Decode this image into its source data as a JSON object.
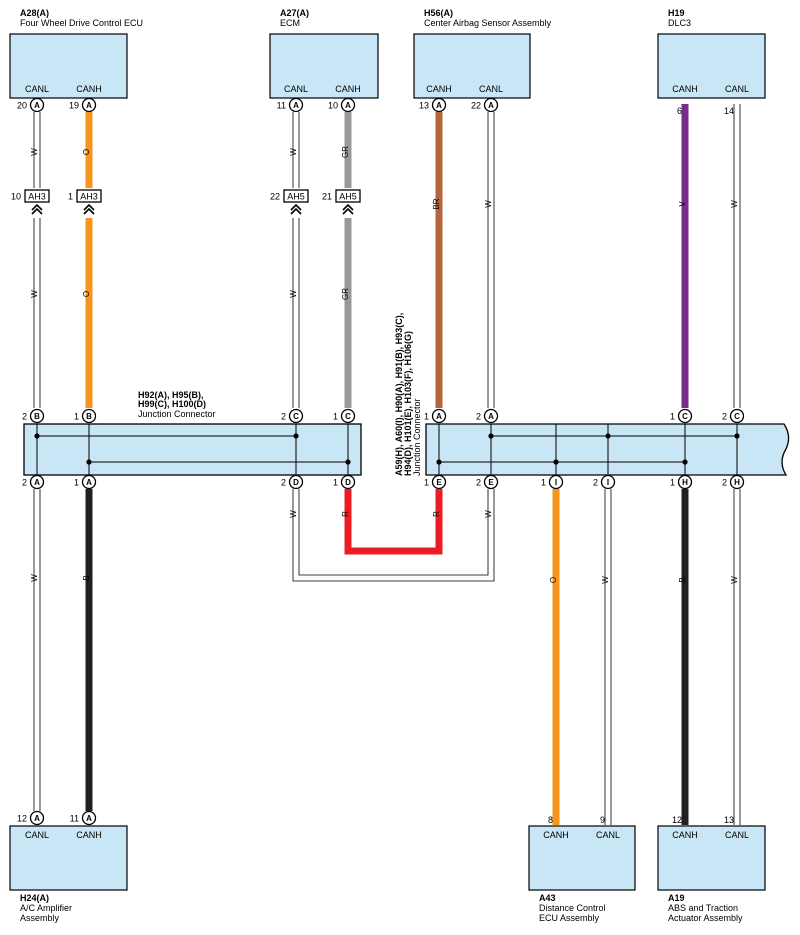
{
  "colors": {
    "box_fill": "#c8e6f5",
    "W": "#ffffff",
    "O": "#f7941d",
    "GR": "#999999",
    "BR": "#b5653c",
    "V": "#7b2d8e",
    "B": "#231f20",
    "R": "#ed1c24"
  },
  "components": [
    {
      "id": "a28",
      "code": "A28(A)",
      "name": [
        "Four Wheel Drive Control ECU"
      ]
    },
    {
      "id": "a27",
      "code": "A27(A)",
      "name": [
        "ECM"
      ]
    },
    {
      "id": "h56",
      "code": "H56(A)",
      "name": [
        "Center Airbag Sensor Assembly"
      ]
    },
    {
      "id": "h19",
      "code": "H19",
      "name": [
        "DLC3"
      ]
    },
    {
      "id": "h24",
      "code": "H24(A)",
      "name": [
        "A/C Amplifier",
        "Assembly"
      ]
    },
    {
      "id": "a43",
      "code": "A43",
      "name": [
        "Distance Control",
        "ECU Assembly"
      ]
    },
    {
      "id": "a19",
      "code": "A19",
      "name": [
        "ABS and Traction",
        "Actuator Assembly"
      ]
    }
  ],
  "junction_left": {
    "codes": [
      "H92(A), H95(B),",
      "H99(C), H100(D)"
    ],
    "name": "Junction Connector"
  },
  "junction_right": {
    "codes": [
      "A59(H), A60(I), H90(A), H91(B), H93(C),",
      "H94(D), H101(E), H103(F), H106(G)"
    ],
    "name": "Junction Connector"
  },
  "connectors": [
    {
      "id": "a28-canl",
      "circle": "A",
      "pin": "20",
      "signal": "CANL"
    },
    {
      "id": "a28-canh",
      "circle": "A",
      "pin": "19",
      "signal": "CANH"
    },
    {
      "id": "a27-canl",
      "circle": "A",
      "pin": "11",
      "signal": "CANL"
    },
    {
      "id": "a27-canh",
      "circle": "A",
      "pin": "10",
      "signal": "CANH"
    },
    {
      "id": "h56-canh",
      "circle": "A",
      "pin": "13",
      "signal": "CANH"
    },
    {
      "id": "h56-canl",
      "circle": "A",
      "pin": "22",
      "signal": "CANL"
    },
    {
      "id": "h19-canh",
      "circle": "",
      "pin": "6",
      "signal": "CANH"
    },
    {
      "id": "h19-canl",
      "circle": "",
      "pin": "14",
      "signal": "CANL"
    },
    {
      "id": "jl-b2",
      "circle": "B",
      "pin": "2",
      "signal": ""
    },
    {
      "id": "jl-b1",
      "circle": "B",
      "pin": "1",
      "signal": ""
    },
    {
      "id": "jl-c2",
      "circle": "C",
      "pin": "2",
      "signal": ""
    },
    {
      "id": "jl-c1",
      "circle": "C",
      "pin": "1",
      "signal": ""
    },
    {
      "id": "jl-a2",
      "circle": "A",
      "pin": "2",
      "signal": ""
    },
    {
      "id": "jl-a1",
      "circle": "A",
      "pin": "1",
      "signal": ""
    },
    {
      "id": "jl-d2",
      "circle": "D",
      "pin": "2",
      "signal": ""
    },
    {
      "id": "jl-d1",
      "circle": "D",
      "pin": "1",
      "signal": ""
    },
    {
      "id": "jr-a1",
      "circle": "A",
      "pin": "1",
      "signal": ""
    },
    {
      "id": "jr-a2",
      "circle": "A",
      "pin": "2",
      "signal": ""
    },
    {
      "id": "jr-c1",
      "circle": "C",
      "pin": "1",
      "signal": ""
    },
    {
      "id": "jr-c2",
      "circle": "C",
      "pin": "2",
      "signal": ""
    },
    {
      "id": "jr-e1",
      "circle": "E",
      "pin": "1",
      "signal": ""
    },
    {
      "id": "jr-e2",
      "circle": "E",
      "pin": "2",
      "signal": ""
    },
    {
      "id": "jr-i1",
      "circle": "I",
      "pin": "1",
      "signal": ""
    },
    {
      "id": "jr-i2",
      "circle": "I",
      "pin": "2",
      "signal": ""
    },
    {
      "id": "jr-h1",
      "circle": "H",
      "pin": "1",
      "signal": ""
    },
    {
      "id": "jr-h2",
      "circle": "H",
      "pin": "2",
      "signal": ""
    },
    {
      "id": "h24-canl",
      "circle": "A",
      "pin": "12",
      "signal": "CANL"
    },
    {
      "id": "h24-canh",
      "circle": "A",
      "pin": "11",
      "signal": "CANH"
    },
    {
      "id": "a43-canh",
      "circle": "",
      "pin": "8",
      "signal": "CANH"
    },
    {
      "id": "a43-canl",
      "circle": "",
      "pin": "9",
      "signal": "CANL"
    },
    {
      "id": "a19-canh",
      "circle": "",
      "pin": "12",
      "signal": "CANH"
    },
    {
      "id": "a19-canl",
      "circle": "",
      "pin": "13",
      "signal": "CANL"
    }
  ],
  "inline_connectors": [
    {
      "id": "ah3-canl",
      "label": "AH3",
      "pin": "10"
    },
    {
      "id": "ah3-canh",
      "label": "AH3",
      "pin": "1"
    },
    {
      "id": "ah5-canl",
      "label": "AH5",
      "pin": "22"
    },
    {
      "id": "ah5-canh",
      "label": "AH5",
      "pin": "21"
    }
  ],
  "wire_labels": [
    {
      "id": "w1",
      "color": "W"
    },
    {
      "id": "w2",
      "color": "O"
    },
    {
      "id": "w3",
      "color": "W"
    },
    {
      "id": "w4",
      "color": "GR"
    },
    {
      "id": "w5",
      "color": "BR"
    },
    {
      "id": "w6",
      "color": "W"
    },
    {
      "id": "w7",
      "color": "V"
    },
    {
      "id": "w8",
      "color": "W"
    },
    {
      "id": "w9",
      "color": "W"
    },
    {
      "id": "w10",
      "color": "O"
    },
    {
      "id": "w11",
      "color": "W"
    },
    {
      "id": "w12",
      "color": "GR"
    },
    {
      "id": "w13",
      "color": "W"
    },
    {
      "id": "w14",
      "color": "B"
    },
    {
      "id": "w15",
      "color": "W"
    },
    {
      "id": "w16",
      "color": "R"
    },
    {
      "id": "w17",
      "color": "R"
    },
    {
      "id": "w18",
      "color": "W"
    },
    {
      "id": "w19",
      "color": "O"
    },
    {
      "id": "w20",
      "color": "W"
    },
    {
      "id": "w21",
      "color": "B"
    },
    {
      "id": "w22",
      "color": "W"
    }
  ]
}
